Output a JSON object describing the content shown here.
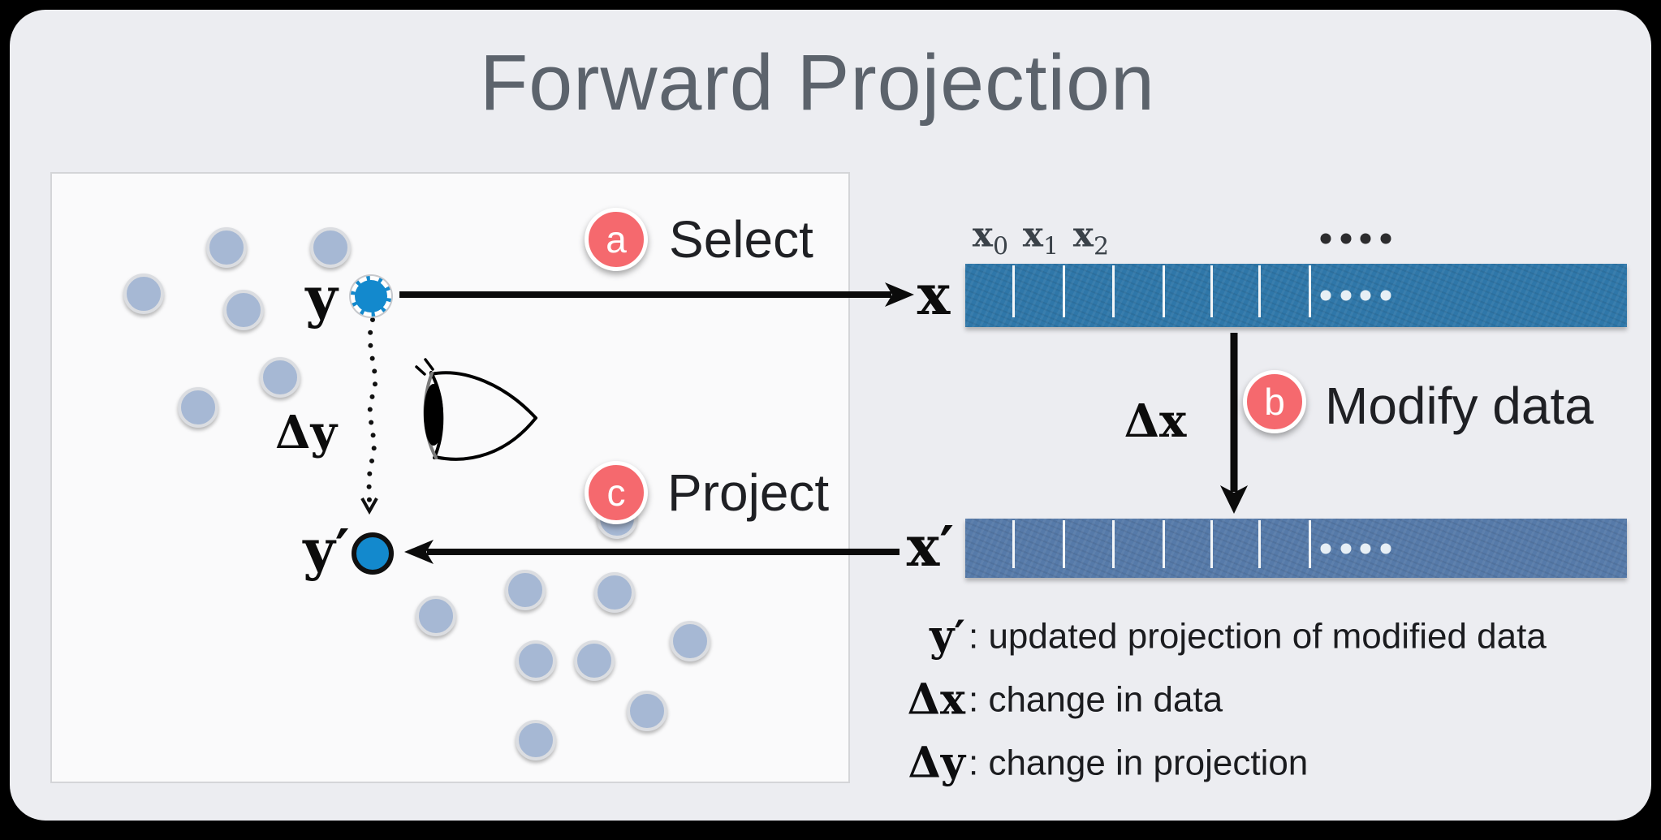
{
  "title": "Forward Projection",
  "steps": {
    "a": {
      "letter": "a",
      "label": "Select"
    },
    "b": {
      "letter": "b",
      "label": "Modify data"
    },
    "c": {
      "letter": "c",
      "label": "Project"
    }
  },
  "projection_panel": {
    "selected_point_label": "y",
    "delta_label": "Δy",
    "updated_point_label": "y′",
    "selected_point": [
      445,
      353
    ],
    "updated_point": [
      447,
      670
    ],
    "background_points": [
      [
        267,
        293
      ],
      [
        395,
        293
      ],
      [
        165,
        350
      ],
      [
        288,
        370
      ],
      [
        333,
        453
      ],
      [
        232,
        490
      ],
      [
        748,
        627
      ],
      [
        635,
        715
      ],
      [
        745,
        718
      ],
      [
        525,
        747
      ],
      [
        838,
        778
      ],
      [
        648,
        802
      ],
      [
        720,
        802
      ],
      [
        785,
        864
      ],
      [
        648,
        900
      ]
    ]
  },
  "data_vector": {
    "label": "x",
    "cell_labels": [
      {
        "base": "x",
        "sub": "0"
      },
      {
        "base": "x",
        "sub": "1"
      },
      {
        "base": "x",
        "sub": "2"
      }
    ],
    "separator_offsets": [
      58,
      120,
      181,
      243,
      302,
      361,
      423
    ],
    "inner_dot_offsets": [
      444,
      469,
      493,
      518
    ],
    "color": "#2f77a9"
  },
  "modified_vector": {
    "label": "x′",
    "color": "#567aa9"
  },
  "delta_x_label": "Δx",
  "legend": [
    {
      "symbol": "y′",
      "text": ": updated projection of modified data"
    },
    {
      "symbol": "Δx",
      "text": ": change in data"
    },
    {
      "symbol": "Δy",
      "text": ": change in projection"
    }
  ],
  "colors": {
    "badge": "#f5696e",
    "selected_point": "#1389cd",
    "background_point": "#a6b8d4",
    "card_background": "#ecedf1",
    "title_text": "#5c636c"
  }
}
